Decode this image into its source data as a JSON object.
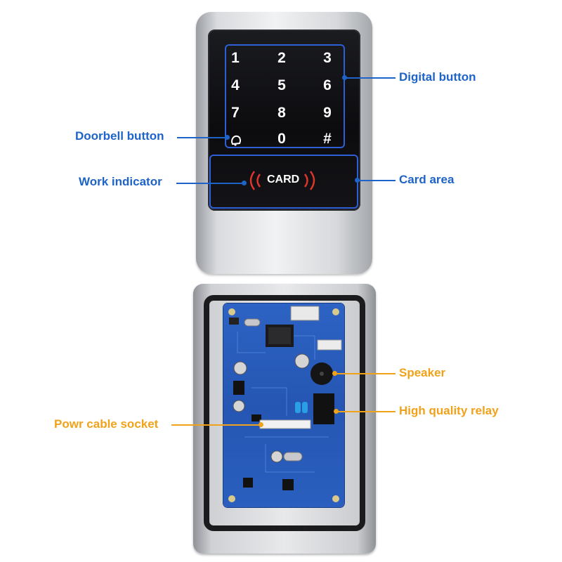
{
  "keypad": {
    "keys": [
      "1",
      "2",
      "3",
      "4",
      "5",
      "6",
      "7",
      "8",
      "9",
      "0",
      "#"
    ],
    "card_text": "CARD"
  },
  "callouts": {
    "digital_button": "Digital button",
    "doorbell_button": "Doorbell button",
    "work_indicator": "Work indicator",
    "card_area": "Card area",
    "speaker": "Speaker",
    "high_quality_relay": "High quality relay",
    "power_cable_socket": "Powr cable socket"
  },
  "colors": {
    "callout_blue": "#1e63c8",
    "callout_orange": "#f0a21a",
    "keypad_frame": "#2f5fd6",
    "board_blue": "#2a5fbf"
  },
  "icons": [
    "doorbell-icon",
    "rfid-waves-icon"
  ]
}
